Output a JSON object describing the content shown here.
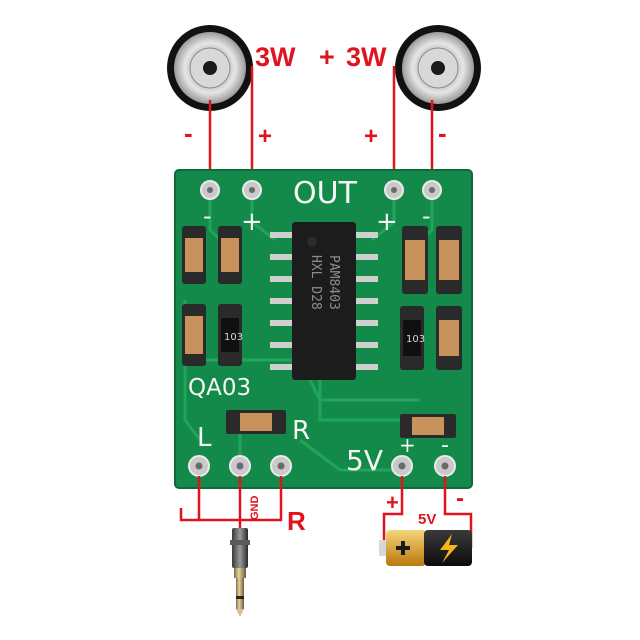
{
  "power_label": {
    "left": "3W",
    "plus": "+",
    "right": "3W"
  },
  "speaker_left_terminals": {
    "minus": "-",
    "plus": "+"
  },
  "speaker_right_terminals": {
    "plus": "+",
    "minus": "-"
  },
  "board": {
    "out_label": "OUT",
    "out_minus_left": "-",
    "out_plus_left": "+",
    "out_plus_right": "+",
    "out_minus_right": "-",
    "model": "QA03",
    "l_label": "L",
    "r_label": "R",
    "v_label": "5V",
    "v_plus": "+",
    "v_minus": "-",
    "chip_line1": "PAM8403",
    "chip_line2": "HXL D28",
    "small_cap_left": "103",
    "small_cap_right": "103"
  },
  "audio_wiring": {
    "gnd_label": "GND",
    "r_label": "R"
  },
  "battery_wiring": {
    "plus": "+",
    "minus": "-",
    "voltage": "5V"
  },
  "colors": {
    "wire": "#e0141e",
    "pcb": "#148a4a",
    "pcb_trace": "#1fa458",
    "chip": "#1c1c1c",
    "pad": "#c9c9c9",
    "battery_gold": "#d49a1e"
  }
}
